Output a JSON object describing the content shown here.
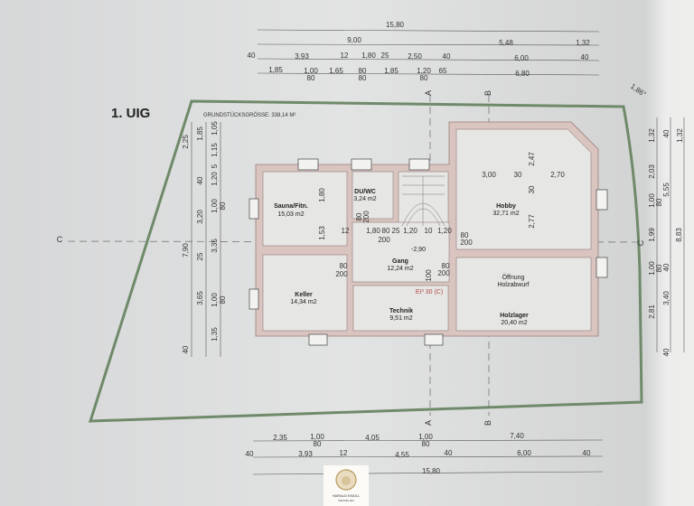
{
  "title": "1. UIG",
  "plot_area": "GRUNDSTÜCKSGRÖSSE: 338,14 M²",
  "colors": {
    "wall": "#d9c4c0",
    "plot_boundary": "#6f8a6a",
    "fire_rating": "#b04a4a"
  },
  "rooms": [
    {
      "name": "Sauna/Fitn.",
      "area": "15,03 m2"
    },
    {
      "name": "DU/WC",
      "area": "3,24 m2"
    },
    {
      "name": "Hobby",
      "area": "32,71 m2"
    },
    {
      "name": "Gang",
      "area": "12,24 m2"
    },
    {
      "name": "Keller",
      "area": "14,34 m2"
    },
    {
      "name": "Technik",
      "area": "9,51 m2"
    },
    {
      "name": "Holzlager",
      "area": "20,40 m2"
    }
  ],
  "notes": {
    "opening": "Öffnung",
    "opening2": "Holzabwurf",
    "fire": "EI³ 30 (C)",
    "level": "-2,90",
    "angle": "1,86°"
  },
  "section_marks": {
    "a": "A",
    "b": "B",
    "c": "C"
  },
  "dims_top": [
    "15,80",
    "9,00",
    "5,48",
    "1,32",
    "40",
    "3,93",
    "12",
    "1,80",
    "25",
    "2,50",
    "40",
    "6,00",
    "40",
    "1,85",
    "1,00",
    "80",
    "1,65",
    "80",
    "80",
    "1,85",
    "1,20",
    "80",
    "65",
    "6,80"
  ],
  "dims_bottom": [
    "2,35",
    "1,00",
    "80",
    "4,05",
    "1,00",
    "80",
    "7,40",
    "40",
    "3,93",
    "12",
    "4,55",
    "40",
    "6,00",
    "40",
    "15,80"
  ],
  "dims_left": [
    "2,25",
    "7,90",
    "40",
    "1,85",
    "40",
    "3,20",
    "25",
    "3,65",
    "1,05",
    "1,15",
    "5",
    "1,20",
    "1,00",
    "80",
    "3,35",
    "1,00",
    "80",
    "1,35"
  ],
  "dims_right": [
    "1,32",
    "2,03",
    "1,00",
    "80",
    "1,99",
    "1,00",
    "80",
    "2,81",
    "40",
    "40",
    "1,32",
    "5,55",
    "8,83",
    "40",
    "3,40"
  ],
  "dims_inner": [
    "3,00",
    "30",
    "2,70",
    "2,47",
    "30",
    "2,77",
    "12",
    "1,80",
    "80",
    "25",
    "1,20",
    "10",
    "1,20",
    "80",
    "200",
    "200",
    "80",
    "200",
    "80",
    "100",
    "200",
    "80",
    "200",
    "1,80",
    "1,53"
  ],
  "logo": {
    "line1": "HARALD KNOLL",
    "line2": "IMMOBILIEN"
  }
}
